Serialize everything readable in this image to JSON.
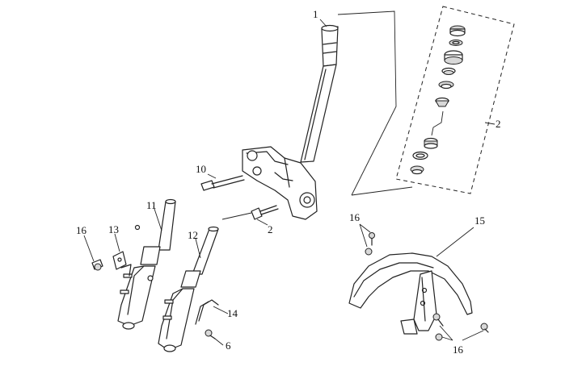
{
  "callouts": {
    "c1": "1",
    "c2_kit": "2",
    "c2_bolt": "2",
    "c10": "10",
    "c11": "11",
    "c12": "12",
    "c13": "13",
    "c14": "14",
    "c6": "6",
    "c15": "15",
    "c16_upper": "16",
    "c16_left": "16",
    "c16_lower": "16"
  }
}
